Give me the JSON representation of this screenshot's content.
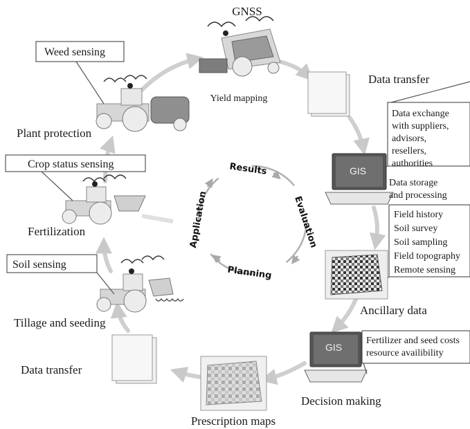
{
  "diagram": {
    "colors": {
      "cycle_arrow": "#c9c9c9",
      "inner_arrow": "#a9a9a9",
      "tractor_body": "#d6d6d6",
      "tank": "#8f8f8f",
      "screen": "#6f6f6f",
      "box_border": "#555555"
    },
    "stations": {
      "gnss": "GNSS",
      "yield_mapping": "Yield mapping",
      "data_transfer_top": "Data transfer",
      "data_storage_line1": "Data storage",
      "data_storage_line2": "and processing",
      "ancillary_data": "Ancillary data",
      "decision_making": "Decision making",
      "prescription_maps": "Prescription maps",
      "data_transfer_left": "Data transfer",
      "tillage_seeding": "Tillage and seeding",
      "fertilization": "Fertilization",
      "plant_protection": "Plant protection",
      "gis_label_top": "GIS",
      "gis_label_bottom": "GIS"
    },
    "callouts": {
      "weed_sensing": "Weed sensing",
      "crop_status_sensing": "Crop status sensing",
      "soil_sensing": "Soil  sensing",
      "data_exchange": [
        "Data exchange",
        "with suppliers,",
        "advisors,",
        "resellers,",
        "authorities"
      ],
      "field_info": [
        "Field history",
        "Soil survey",
        "Soil sampling",
        "Field topography",
        "Remote sensing"
      ],
      "costs": [
        "Fertilizer and seed costs",
        "resource availibility"
      ]
    },
    "inner_cycle": {
      "results": "Results",
      "evaluation": "Evaluation",
      "planning": "Planning",
      "application": "Application"
    }
  }
}
